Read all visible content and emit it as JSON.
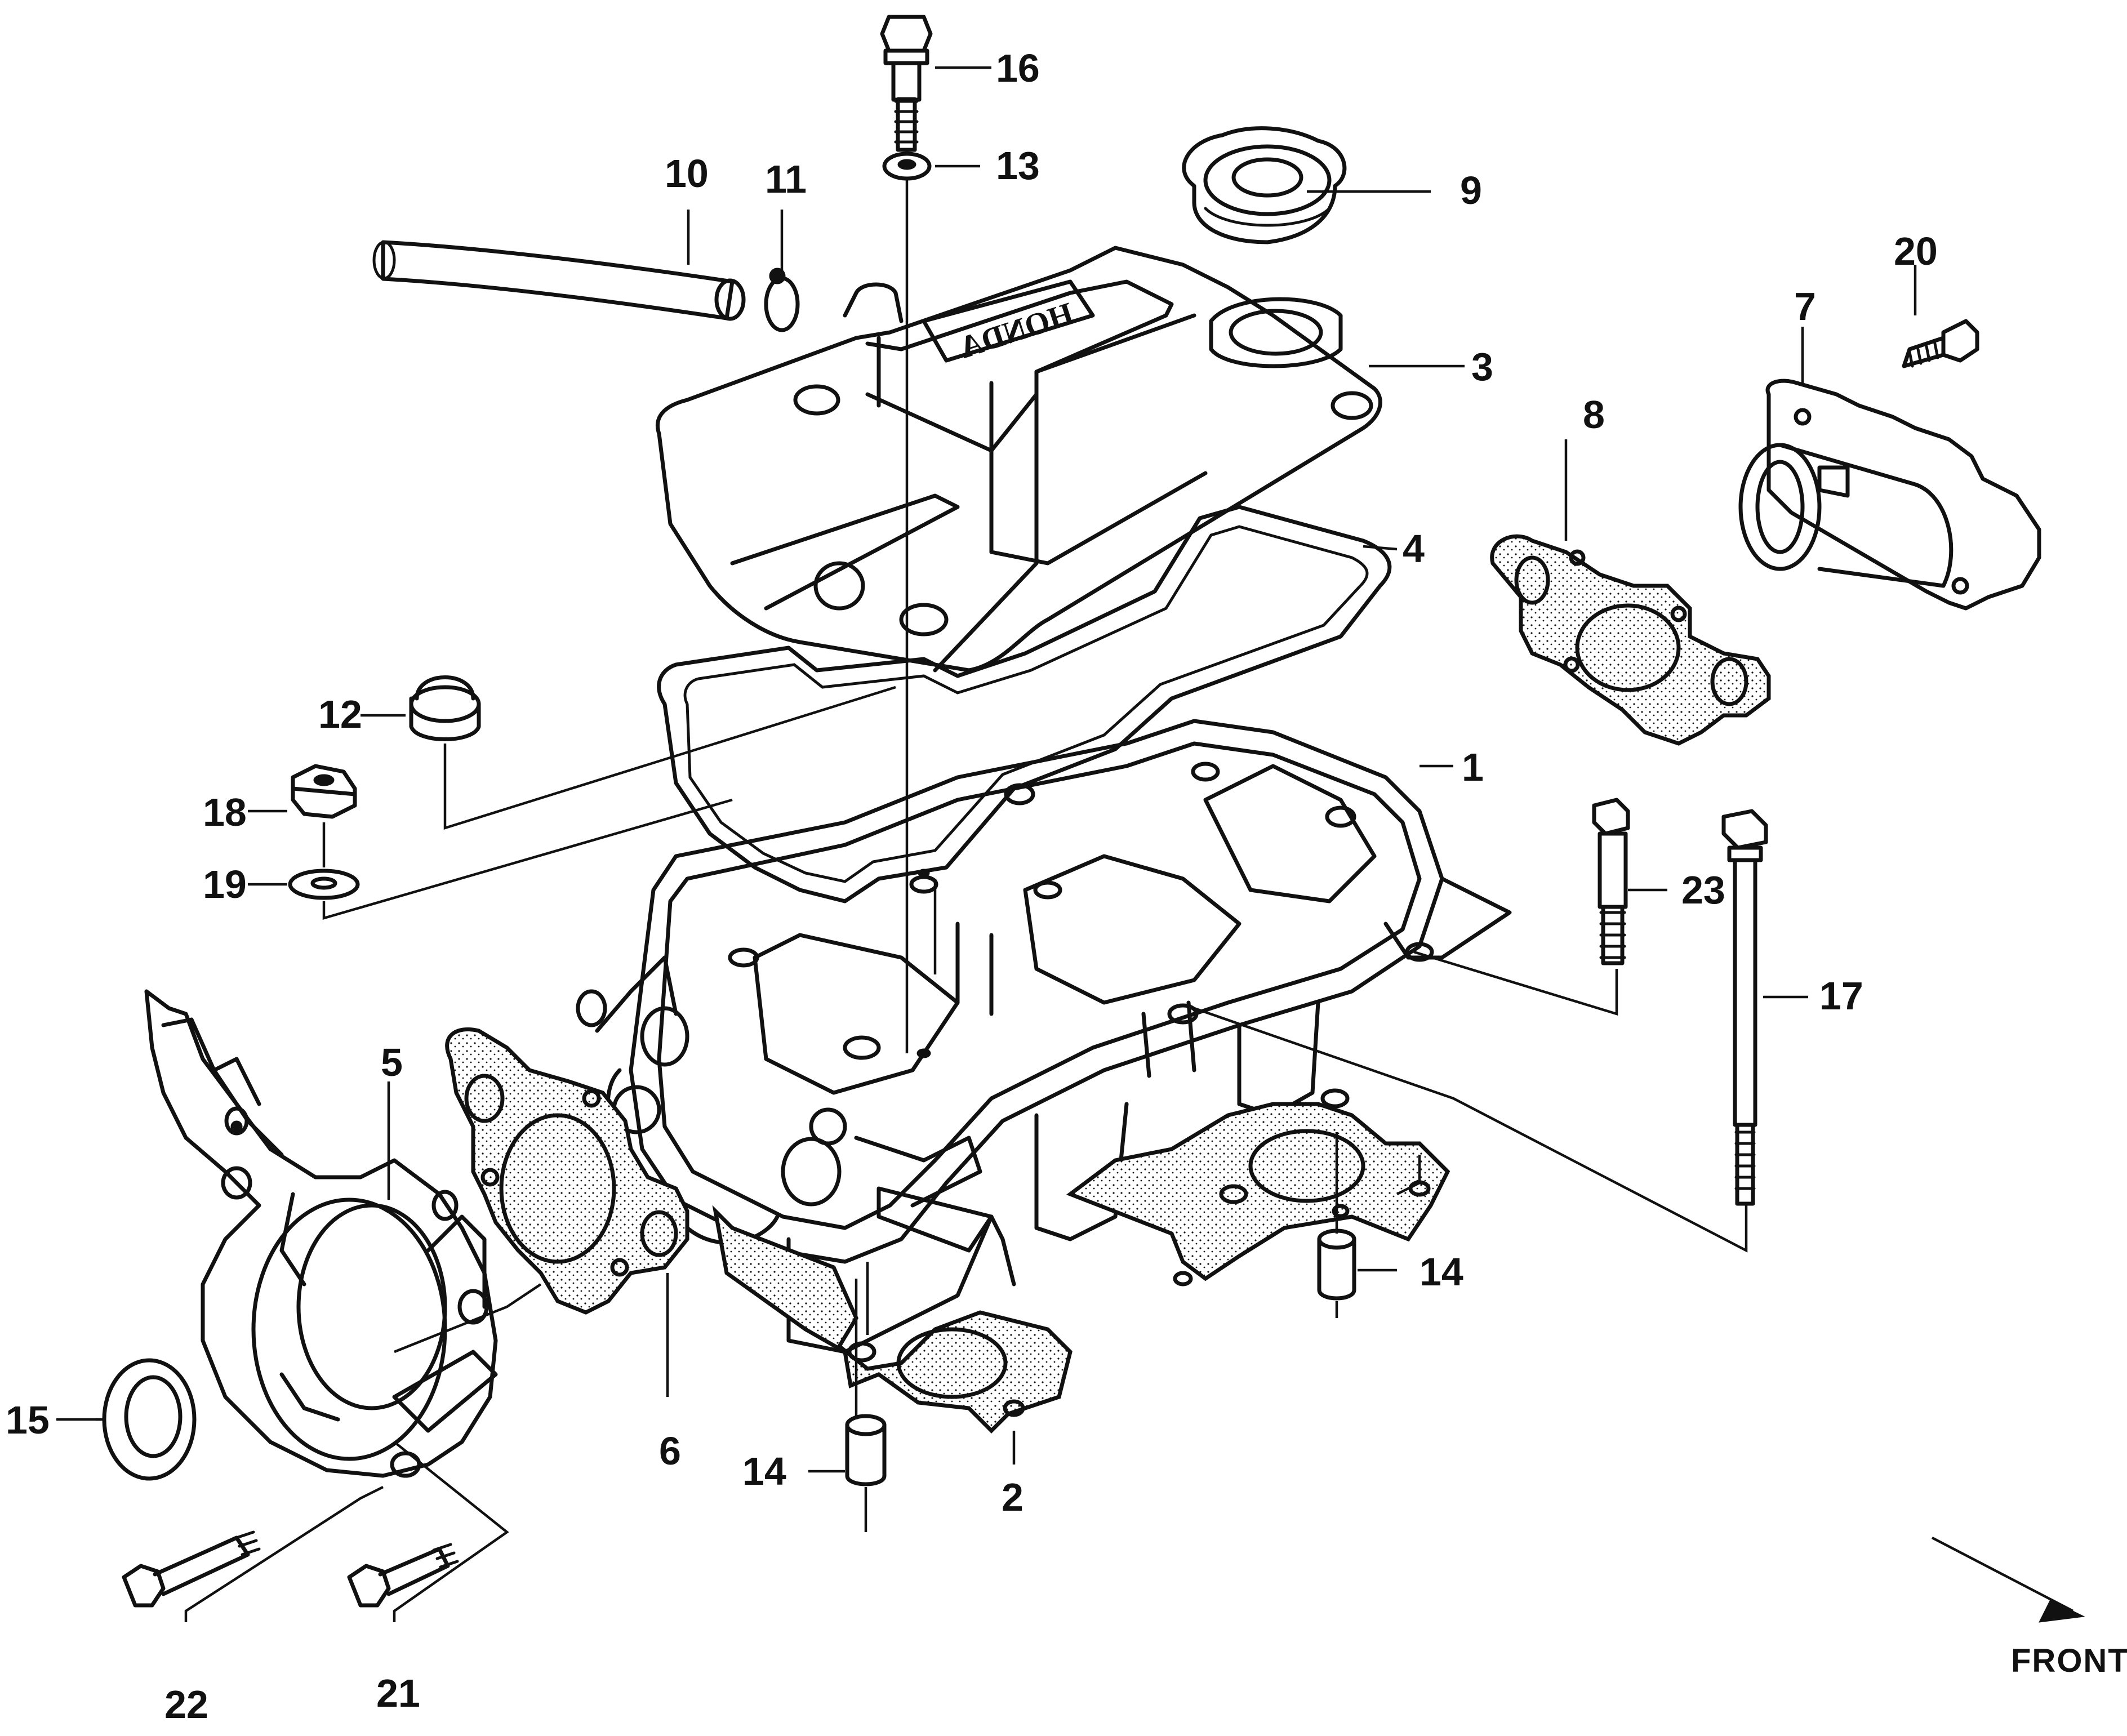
{
  "brand_text": "HONDA",
  "front_label": "FRONT",
  "callouts": {
    "p1": "1",
    "p2": "2",
    "p3": "3",
    "p4": "4",
    "p5": "5",
    "p6": "6",
    "p7": "7",
    "p8": "8",
    "p9": "9",
    "p10": "10",
    "p11": "11",
    "p12": "12",
    "p13": "13",
    "p14a": "14",
    "p14b": "14",
    "p15": "15",
    "p16": "16",
    "p17": "17",
    "p18": "18",
    "p19": "19",
    "p20": "20",
    "p21": "21",
    "p22": "22",
    "p23": "23"
  },
  "colors": {
    "ink": "#111111",
    "paper": "#ffffff"
  }
}
